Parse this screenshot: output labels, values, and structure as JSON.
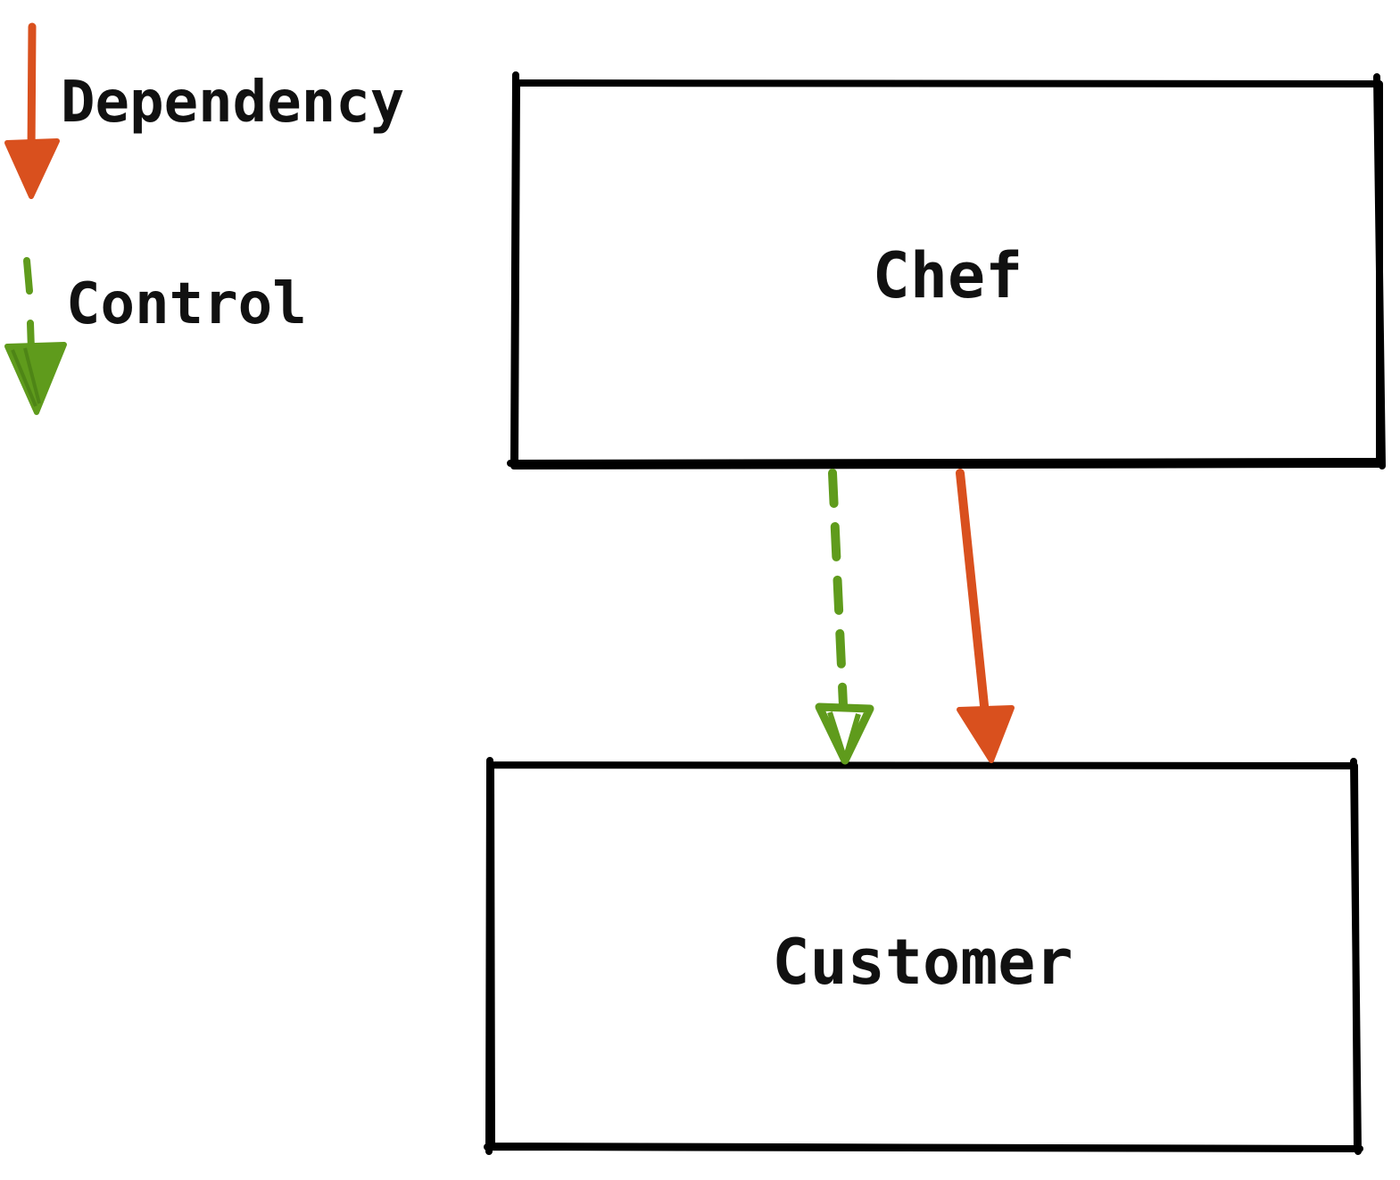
{
  "legend": {
    "items": [
      {
        "id": "dependency",
        "label": "Dependency",
        "color": "#d9501e",
        "style": "solid"
      },
      {
        "id": "control",
        "label": "Control",
        "color": "#5f9b1c",
        "style": "dashed"
      }
    ]
  },
  "nodes": {
    "chef": {
      "label": "Chef"
    },
    "customer": {
      "label": "Customer"
    }
  },
  "edges": [
    {
      "from": "Chef",
      "to": "Customer",
      "type": "control"
    },
    {
      "from": "Chef",
      "to": "Customer",
      "type": "dependency"
    }
  ],
  "colors": {
    "stroke": "#000000",
    "dependency": "#d9501e",
    "control": "#5f9b1c"
  }
}
